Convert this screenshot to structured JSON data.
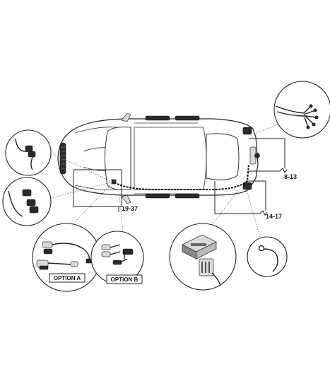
{
  "labels": {
    "rear_connector": "8-13",
    "right_harness": "14-17",
    "front_harness": "19-37"
  },
  "options": {
    "a": "OPTION A",
    "b": "OPTION B"
  },
  "colors": {
    "line": "#222222",
    "fill": "#ffffff",
    "part": "#2b2b2b"
  }
}
